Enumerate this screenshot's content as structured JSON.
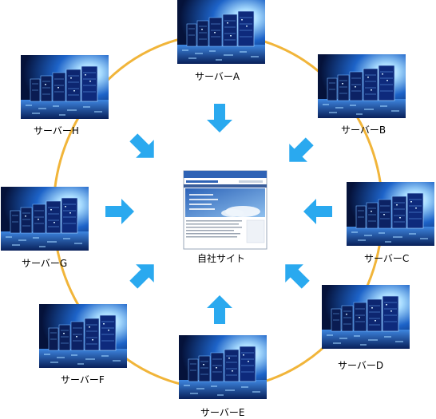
{
  "colors": {
    "ring": "#f1b53a",
    "arrow": "#2aa9ef",
    "server_bg_dark": "#05123a",
    "server_bg_light": "#1d63c8",
    "site_header": "#2f63b5"
  },
  "center": {
    "label": "自社サイト",
    "icon": "website-screenshot"
  },
  "servers": [
    {
      "id": "A",
      "label": "サーバーA"
    },
    {
      "id": "B",
      "label": "サーバーB"
    },
    {
      "id": "C",
      "label": "サーバーC"
    },
    {
      "id": "D",
      "label": "サーバーD"
    },
    {
      "id": "E",
      "label": "サーバーE"
    },
    {
      "id": "F",
      "label": "サーバーF"
    },
    {
      "id": "G",
      "label": "サーバーG"
    },
    {
      "id": "H",
      "label": "サーバーH"
    }
  ]
}
